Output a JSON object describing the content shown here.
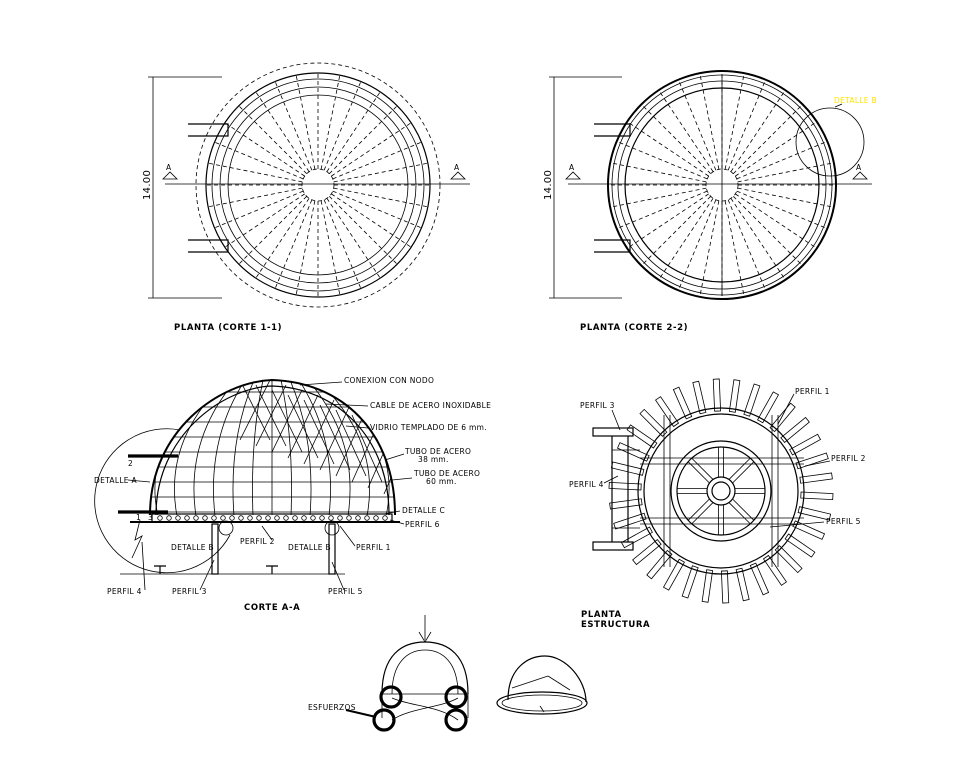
{
  "colors": {
    "ink": "#000000",
    "highlight": "#ffe600",
    "background": "#ffffff"
  },
  "plan1": {
    "title": "PLANTA (CORTE 1-1)",
    "dimension": "14.00",
    "section_mark_left": "A",
    "section_mark_right": "A"
  },
  "plan2": {
    "title": "PLANTA (CORTE 2-2)",
    "dimension": "14.00",
    "section_mark_left": "A",
    "section_mark_right": "A",
    "detail_callout": "DETALLE B"
  },
  "section": {
    "title": "CORTE A-A",
    "labels": {
      "conexion": "CONEXION CON NODO",
      "cable": "CABLE DE ACERO INOXIDABLE",
      "vidrio": "VIDRIO TEMPLADO DE 6 mm.",
      "tubo38_line1": "TUBO DE ACERO",
      "tubo38_line2": "38 mm.",
      "tubo60_line1": "TUBO DE ACERO",
      "tubo60_line2": "60 mm.",
      "detalle_a": "DETALLE A",
      "detalle_c": "DETALLE C",
      "perfil6": "PERFIL 6",
      "perfil2": "PERFIL 2",
      "detalle_b_left": "DETALLE B",
      "detalle_b_right": "DETALLE B",
      "perfil1": "PERFIL 1",
      "perfil4": "PERFIL 4",
      "perfil3": "PERFIL 3",
      "perfil5": "PERFIL 5",
      "level_top": "2",
      "level_bottom_1": "1",
      "level_bottom_2": "3"
    }
  },
  "structure": {
    "title_line1": "PLANTA",
    "title_line2": "ESTRUCTURA",
    "labels": {
      "perfil1": "PERFIL 1",
      "perfil2": "PERFIL 2",
      "perfil3": "PERFIL 3",
      "perfil4": "PERFIL 4",
      "perfil5": "PERFIL 5"
    }
  },
  "diagram": {
    "esfuerzos": "ESFUERZOS"
  }
}
